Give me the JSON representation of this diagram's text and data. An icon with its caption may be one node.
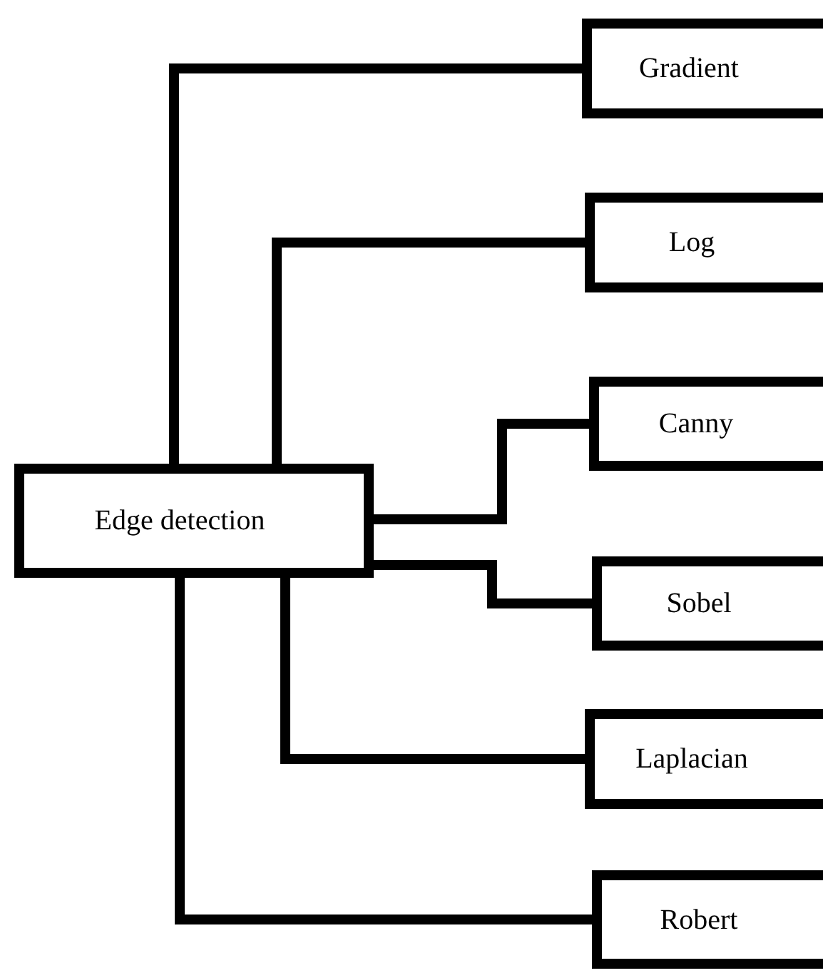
{
  "diagram": {
    "nodes": [
      {
        "text": [
          "Edge detection"
        ]
      },
      {
        "text": [
          "Gradient"
        ]
      },
      {
        "text": [
          "Log"
        ]
      },
      {
        "text": [
          "Canny"
        ]
      },
      {
        "text": [
          "Sobel"
        ]
      },
      {
        "text": [
          "Laplacian"
        ]
      },
      {
        "text": [
          "Robert"
        ]
      }
    ],
    "edges": [
      {
        "from": 0,
        "to": 1,
        "arrow": "none"
      },
      {
        "from": 0,
        "to": 2,
        "arrow": "none"
      },
      {
        "from": 0,
        "to": 3,
        "arrow": "none"
      },
      {
        "from": 0,
        "to": 4,
        "arrow": "none"
      },
      {
        "from": 0,
        "to": 5,
        "arrow": "none"
      },
      {
        "from": 0,
        "to": 6,
        "arrow": "none"
      }
    ]
  }
}
